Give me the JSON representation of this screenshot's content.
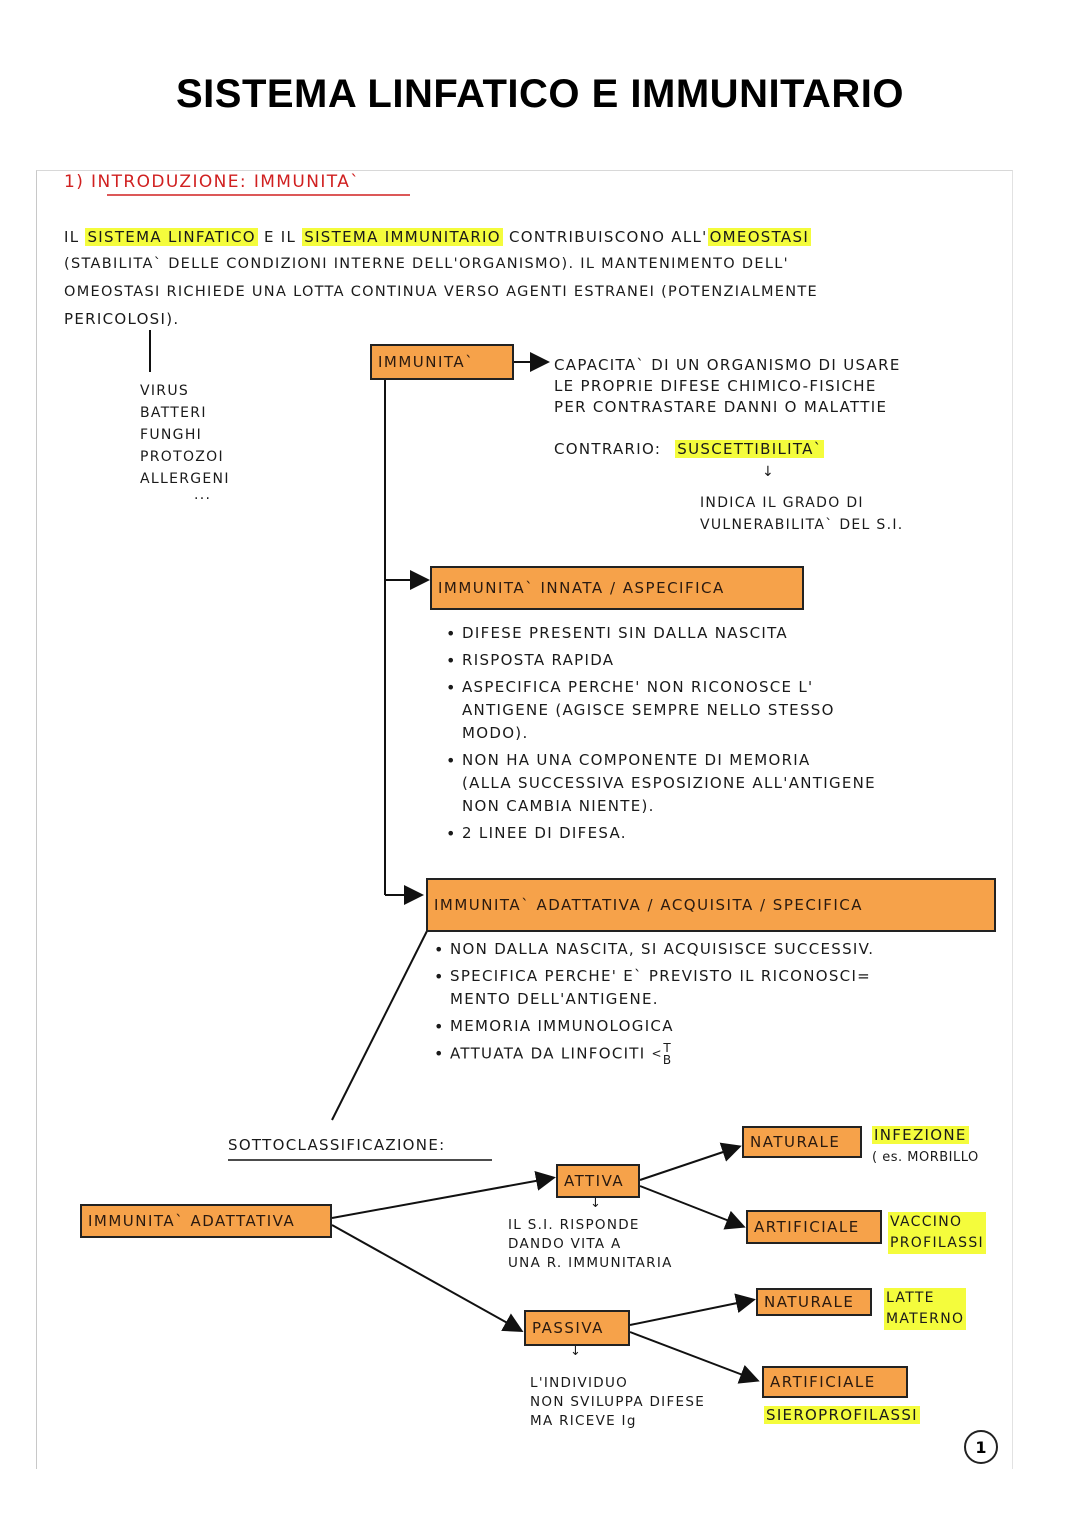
{
  "page_title": "SISTEMA LINFATICO E IMMUNITARIO",
  "section_heading": "1) INTRODUZIONE: IMMUNITA`",
  "intro": {
    "w1": "IL",
    "hl1": "SISTEMA LINFATICO",
    "w2": "E IL",
    "hl2": "SISTEMA IMMUNITARIO",
    "w3": "CONTRIBUISCONO ALL'",
    "hl3": "OMEOSTASI",
    "line2": "(STABILITA` DELLE CONDIZIONI INTERNE DELL'ORGANISMO). IL MANTENIMENTO DELL'",
    "line3": "OMEOSTASI RICHIEDE UNA LOTTA CONTINUA VERSO AGENTI ESTRANEI (POTENZIALMENTE",
    "line4": "PERICOLOSI)."
  },
  "agents": [
    "VIRUS",
    "BATTERI",
    "FUNGHI",
    "PROTOZOI",
    "ALLERGENI",
    "..."
  ],
  "immunita": {
    "box": "IMMUNITA`",
    "definition": "CAPACITA` DI UN ORGANISMO DI USARE\nLE PROPRIE DIFESE CHIMICO-FISICHE\nPER CONTRASTARE DANNI O MALATTIE",
    "contrario_label": "CONTRARIO:",
    "contrario_value": "SUSCETTIBILITA`",
    "arrow": "↓",
    "suscettibilita_note": "INDICA IL GRADO DI\nVULNERABILITA` DEL S.I."
  },
  "innata": {
    "box": "IMMUNITA` INNATA / ASPECIFICA",
    "bullets": [
      "DIFESE PRESENTI SIN DALLA NASCITA",
      "RISPOSTA RAPIDA",
      "ASPECIFICA PERCHE' NON RICONOSCE L'\nANTIGENE (AGISCE SEMPRE NELLO STESSO\nMODO).",
      "NON HA UNA COMPONENTE DI MEMORIA\n(ALLA SUCCESSIVA ESPOSIZIONE ALL'ANTIGENE\nNON CAMBIA NIENTE).",
      "2 LINEE DI DIFESA."
    ]
  },
  "adattativa": {
    "box": "IMMUNITA` ADATTATIVA / ACQUISITA / SPECIFICA",
    "bullets": [
      "NON DALLA NASCITA, SI ACQUISISCE SUCCESSIV.",
      "SPECIFICA PERCHE' E` PREVISTO IL RICONOSCI=\nMENTO DELL'ANTIGENE.",
      "MEMORIA IMMUNOLOGICA",
      "ATTUATA DA LINFOCITI"
    ],
    "linfociti_t": "T",
    "linfociti_b": "B"
  },
  "sottoclassificazione": {
    "heading": "SOTTOCLASSIFICAZIONE:",
    "root": "IMMUNITA` ADATTATIVA",
    "attiva": "ATTIVA",
    "attiva_note": "IL S.I. RISPONDE\nDANDO VITA A\nUNA R. IMMUNITARIA",
    "passiva": "PASSIVA",
    "passiva_note": "L'INDIVIDUO\nNON SVILUPPA DIFESE\nMA RICEVE Ig",
    "attiva_naturale": "NATURALE",
    "attiva_naturale_note": "INFEZIONE",
    "attiva_naturale_example": "( es. MORBILLO",
    "attiva_artificiale": "ARTIFICIALE",
    "attiva_artificiale_note": "VACCINO\nPROFILASSI",
    "passiva_naturale": "NATURALE",
    "passiva_naturale_note": "LATTE\nMATERNO",
    "passiva_artificiale": "ARTIFICIALE",
    "passiva_artificiale_note": "SIEROPROFILASSI",
    "down_arrow": "↓"
  },
  "page_number": "1",
  "colors": {
    "box_fill": "#f6a24a",
    "highlight": "#f4fc3c",
    "heading_red": "#d02020"
  }
}
